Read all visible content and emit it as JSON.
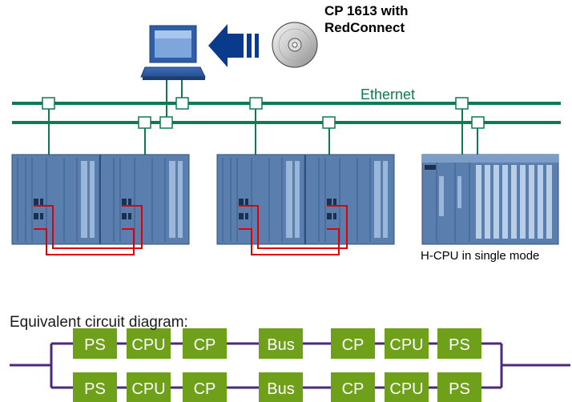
{
  "software_label": {
    "line1": "CP 1613 with",
    "line2": "RedConnect"
  },
  "network_label": "Ethernet",
  "hcpu_label": "H-CPU in single mode",
  "circuit_title": "Equivalent circuit diagram:",
  "circuit_rows": [
    [
      "PS",
      "CPU",
      "CP",
      "Bus",
      "CP",
      "CPU",
      "PS"
    ],
    [
      "PS",
      "CPU",
      "CP",
      "Bus",
      "CP",
      "CPU",
      "PS"
    ]
  ],
  "colors": {
    "bus": "#0e7a52",
    "plc_body": "#5a7fae",
    "sync_cable": "#e00000",
    "block": "#6fa01a",
    "circuit_line": "#4b2a7a",
    "arrow": "#0a3a8c"
  }
}
